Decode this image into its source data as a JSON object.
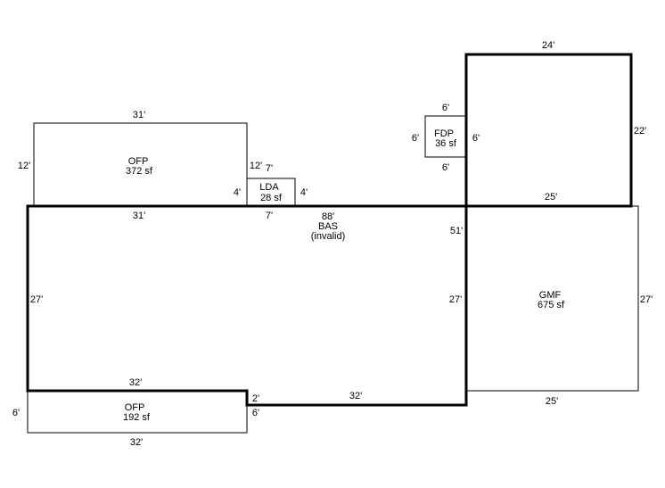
{
  "areas": {
    "ofp_upper": {
      "name": "OFP",
      "area": "372 sf"
    },
    "lda": {
      "name": "LDA",
      "area": "28 sf"
    },
    "fdp": {
      "name": "FDP",
      "area": "36 sf"
    },
    "bas": {
      "perimeter": "88'",
      "name": "BAS",
      "area": "(invalid)"
    },
    "gmf": {
      "name": "GMF",
      "area": "675 sf"
    },
    "ofp_lower": {
      "name": "OFP",
      "area": "192 sf"
    }
  },
  "dimensions": {
    "ofp_upper_top": "31'",
    "ofp_upper_left": "12'",
    "ofp_upper_right": "12'",
    "ofp_upper_bottom": "31'",
    "lda_top": "7'",
    "lda_left": "4'",
    "lda_right": "4'",
    "lda_bottom": "7'",
    "fdp_top": "6'",
    "fdp_left": "6'",
    "fdp_right": "6'",
    "fdp_bottom": "6'",
    "upper_box_top": "24'",
    "upper_box_right": "22'",
    "upper_box_bottom": "25'",
    "bas_right_upper": "51'",
    "bas_left": "27'",
    "bas_right": "27'",
    "bas_bottom_left": "32'",
    "bas_step": "2'",
    "bas_bottom_right": "32'",
    "gmf_right": "27'",
    "gmf_bottom": "25'",
    "ofp_lower_left": "6'",
    "ofp_lower_right": "6'",
    "ofp_lower_bottom": "32'"
  }
}
